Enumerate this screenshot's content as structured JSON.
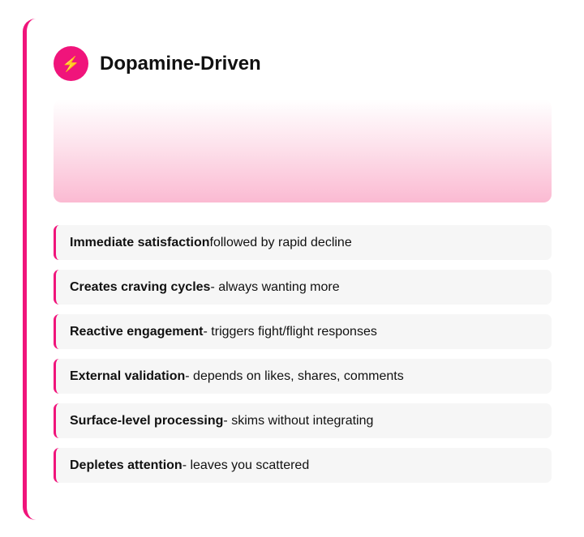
{
  "card": {
    "icon": "lightning-bolt-icon",
    "accent_color": "#f0147b",
    "title": "Dopamine-Driven"
  },
  "items": [
    {
      "bold": "Immediate satisfaction",
      "rest": " followed by rapid decline"
    },
    {
      "bold": "Creates craving cycles",
      "rest": " - always wanting more"
    },
    {
      "bold": "Reactive engagement",
      "rest": " - triggers fight/flight responses"
    },
    {
      "bold": "External validation",
      "rest": " - depends on likes, shares, comments"
    },
    {
      "bold": "Surface-level processing",
      "rest": " - skims without integrating"
    },
    {
      "bold": "Depletes attention",
      "rest": " - leaves you scattered"
    }
  ]
}
